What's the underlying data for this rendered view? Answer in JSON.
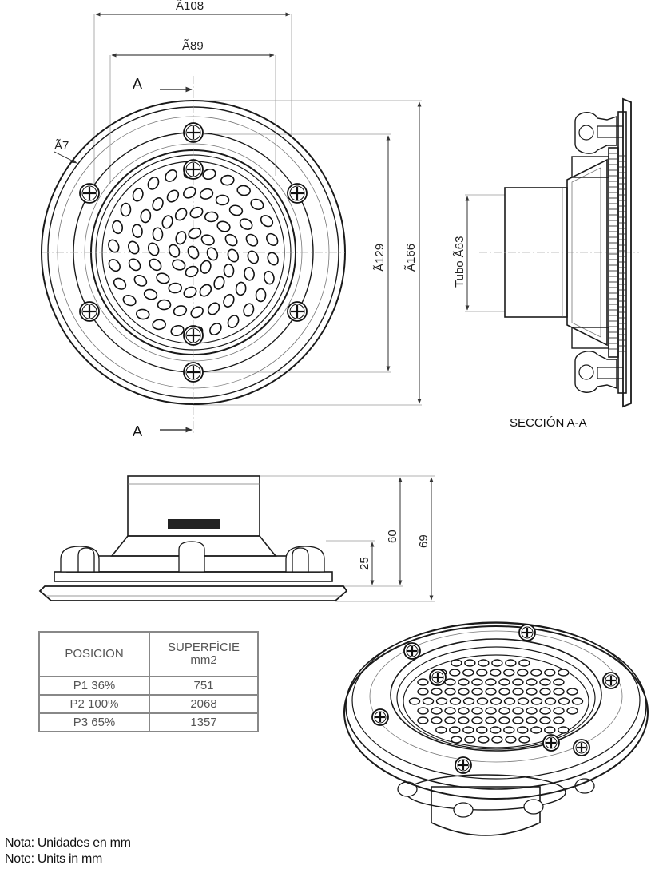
{
  "dimensions": {
    "outer_dia": "Ã108",
    "inner_dia": "Ã89",
    "hole_dia": "Ã7",
    "grate_dia": "Ã129",
    "flange_dia": "Ã166",
    "pipe": "Tubo Ã63",
    "h60": "60",
    "h69": "69",
    "h25": "25"
  },
  "section": {
    "marker": "A",
    "title": "SECCIÓN A-A"
  },
  "table": {
    "headers": [
      "POSICION",
      "SUPERFÍCIE",
      "mm2"
    ],
    "rows": [
      {
        "pos": "P1 36%",
        "sup": "751"
      },
      {
        "pos": "P2 100%",
        "sup": "2068"
      },
      {
        "pos": "P3 65%",
        "sup": "1357"
      }
    ]
  },
  "notes": [
    "Nota: Unidades en mm",
    "Note: Units in mm"
  ]
}
